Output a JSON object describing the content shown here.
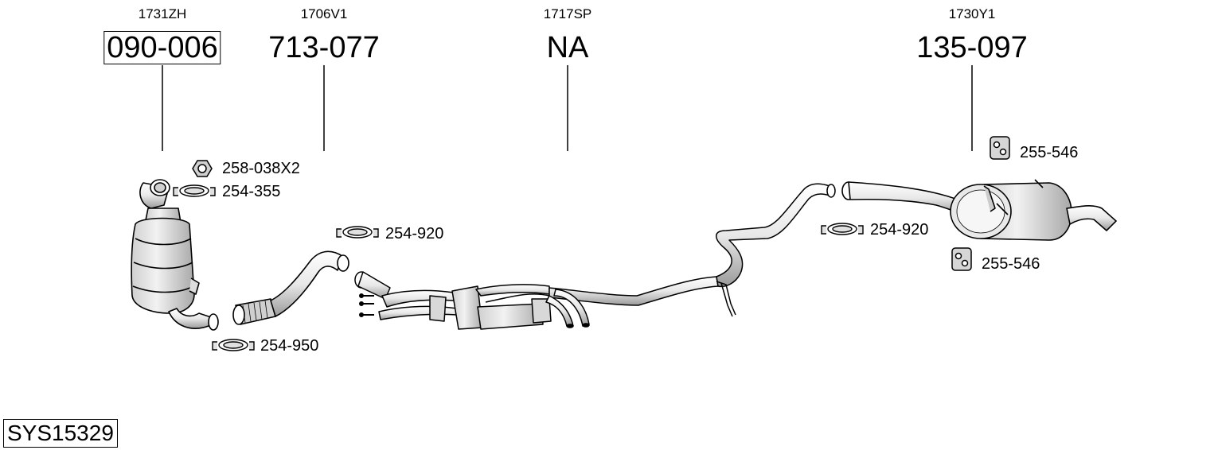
{
  "columns": [
    {
      "oem": "1731ZH",
      "part": "090-006",
      "boxed": true
    },
    {
      "oem": "1706V1",
      "part": "713-077",
      "boxed": false
    },
    {
      "oem": "1717SP",
      "part": "NA",
      "boxed": false
    },
    {
      "oem": "1730Y1",
      "part": "135-097",
      "boxed": false
    }
  ],
  "accessories": [
    {
      "id": "nut",
      "label": "258-038X2",
      "icon": "nut-icon"
    },
    {
      "id": "clamp-cat",
      "label": "254-355",
      "icon": "clamp-icon"
    },
    {
      "id": "clamp-mid",
      "label": "254-920",
      "icon": "clamp-icon"
    },
    {
      "id": "clamp-flex",
      "label": "254-950",
      "icon": "clamp-icon"
    },
    {
      "id": "clamp-rear",
      "label": "254-920",
      "icon": "clamp-icon"
    },
    {
      "id": "hanger-top",
      "label": "255-546",
      "icon": "rubber-hanger-icon"
    },
    {
      "id": "hanger-bottom",
      "label": "255-546",
      "icon": "rubber-hanger-icon"
    }
  ],
  "system_code": "SYS15329",
  "colors": {
    "line": "#000000",
    "part_fill": "#e6e6e6",
    "part_shade": "#bdbdbd"
  }
}
